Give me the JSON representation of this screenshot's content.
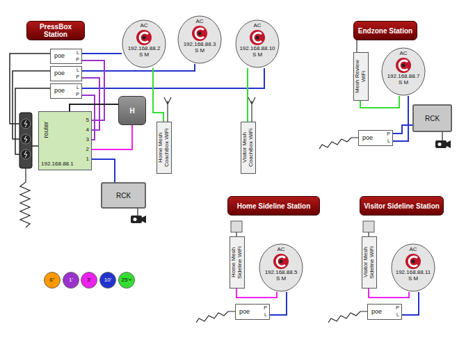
{
  "diagram": {
    "nodes": [
      {
        "text": [
          "PressBox Station"
        ]
      },
      {
        "text": [
          "Endzone Station"
        ]
      },
      {
        "text": [
          "Home Sideline Station"
        ]
      },
      {
        "text": [
          "Visitor Sideline Station"
        ]
      },
      {
        "text": [
          "AC",
          "192.168.88.2",
          "S M"
        ]
      },
      {
        "text": [
          "AC",
          "192.168.88.3",
          "S M"
        ]
      },
      {
        "text": [
          "AC",
          "192.168.88.10",
          "S M"
        ]
      },
      {
        "text": [
          "AC",
          "192.168.88.7",
          "S M"
        ]
      },
      {
        "text": [
          "AC",
          "192.168.88.5",
          "S M"
        ]
      },
      {
        "text": [
          "AC",
          "192.168.88.11",
          "S M"
        ]
      },
      {
        "text": [
          "poe",
          "L",
          "P"
        ]
      },
      {
        "text": [
          "poe",
          "L",
          "P"
        ]
      },
      {
        "text": [
          "poe",
          "L",
          "P"
        ]
      },
      {
        "text": [
          "router",
          "192.168.88.1",
          "5",
          "4",
          "3",
          "2",
          "1"
        ]
      },
      {
        "text": [
          "H"
        ]
      },
      {
        "text": [
          "Home Mesh CoachBox WiFi"
        ]
      },
      {
        "text": [
          "Visitor Mesh CoachBox WiFi"
        ]
      },
      {
        "text": [
          "RCK"
        ]
      },
      {
        "text": [
          "Mesh Review WiFi"
        ]
      },
      {
        "text": [
          "RCK"
        ]
      },
      {
        "text": [
          "poe",
          "P",
          "L"
        ]
      },
      {
        "text": [
          "Home Mesh Sideline WiFi"
        ]
      },
      {
        "text": [
          "poe",
          "P",
          "L"
        ]
      },
      {
        "text": [
          "Visitor Mesh Sideline WiFi"
        ]
      },
      {
        "text": [
          "poe",
          "P",
          "L"
        ]
      }
    ],
    "edges": [
      {
        "from": 10,
        "to": 4,
        "arrow": "none"
      },
      {
        "from": 11,
        "to": 5,
        "arrow": "none"
      },
      {
        "from": 12,
        "to": 6,
        "arrow": "none"
      },
      {
        "from": 10,
        "to": 13,
        "arrow": "none"
      },
      {
        "from": 11,
        "to": 13,
        "arrow": "none"
      },
      {
        "from": 12,
        "to": 13,
        "arrow": "none"
      },
      {
        "from": 13,
        "to": 14,
        "arrow": "none"
      },
      {
        "from": 13,
        "to": 14,
        "arrow": "none"
      },
      {
        "from": 13,
        "to": 17,
        "arrow": "none"
      },
      {
        "from": 4,
        "to": 15,
        "arrow": "none"
      },
      {
        "from": 6,
        "to": 16,
        "arrow": "none"
      },
      {
        "from": 7,
        "to": 18,
        "arrow": "none"
      },
      {
        "from": 7,
        "to": 20,
        "arrow": "none"
      },
      {
        "from": 20,
        "to": 19,
        "arrow": "none"
      },
      {
        "from": 8,
        "to": 21,
        "arrow": "none"
      },
      {
        "from": 8,
        "to": 22,
        "arrow": "none"
      },
      {
        "from": 9,
        "to": 23,
        "arrow": "none"
      },
      {
        "from": 9,
        "to": 24,
        "arrow": "none"
      }
    ],
    "legend": [
      {
        "text": "6\"",
        "color": "#ff9900"
      },
      {
        "text": "1'",
        "color": "#9933cc"
      },
      {
        "text": "3'",
        "color": "#ee22ee"
      },
      {
        "text": "10'",
        "color": "#2233cc"
      },
      {
        "text": "25'+",
        "color": "#33dd33"
      }
    ]
  }
}
